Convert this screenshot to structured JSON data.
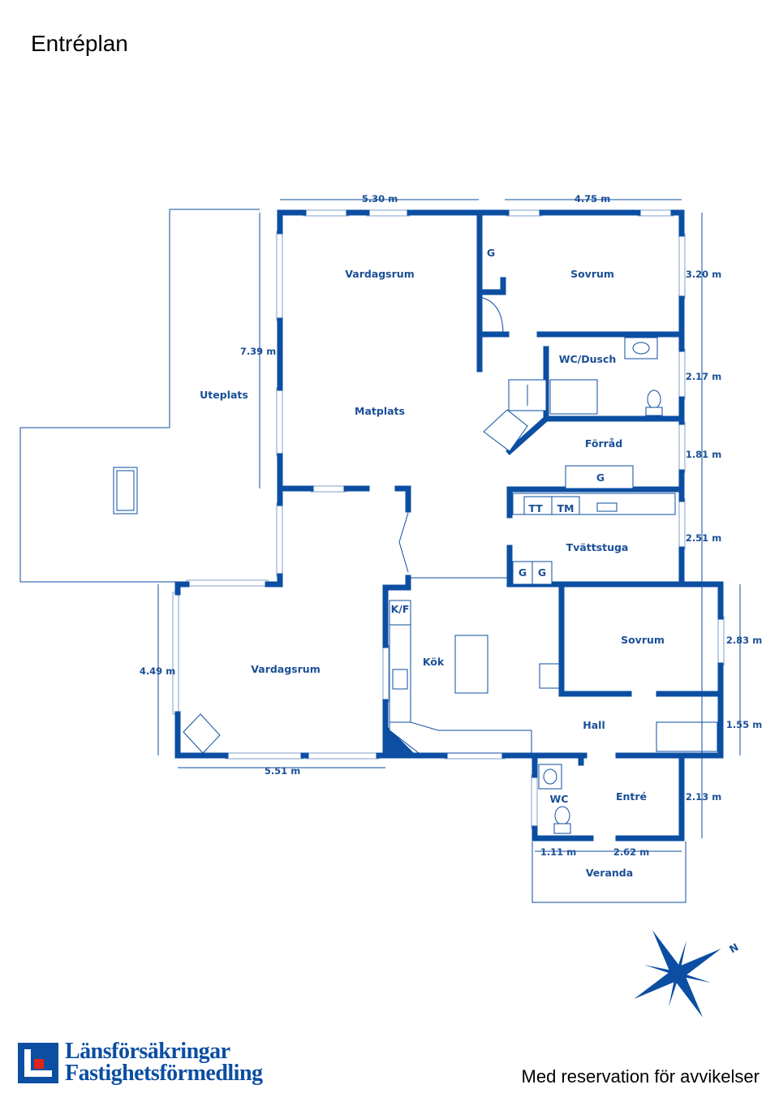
{
  "title": "Entréplan",
  "footer_note": "Med reservation för avvikelser",
  "logo": {
    "line1": "Länsförsäkringar",
    "line2": "Fastighetsförmedling"
  },
  "colors": {
    "wall": "#0b4ea2",
    "text": "#1a4f96",
    "logo_red": "#e1251b"
  },
  "rooms": {
    "vardagsrum_top": "Vardagsrum",
    "sovrum_top": "Sovrum",
    "g_top": "G",
    "wc_dusch": "WC/Dusch",
    "uteplats": "Uteplats",
    "matplats": "Matplats",
    "forrad": "Förråd",
    "g_forrad": "G",
    "tt": "TT",
    "tm": "TM",
    "tvattstuga": "Tvättstuga",
    "g1": "G",
    "g2": "G",
    "kf": "K/F",
    "kok": "Kök",
    "vardagsrum_bottom": "Vardagsrum",
    "sovrum_right": "Sovrum",
    "hall": "Hall",
    "wc": "WC",
    "entre": "Entré",
    "veranda": "Veranda"
  },
  "dimensions": {
    "top_left": "5.30 m",
    "top_right": "4.75 m",
    "r1": "3.20 m",
    "left_tall": "7.39 m",
    "r2": "2.17 m",
    "r3": "1.81 m",
    "r4": "2.51 m",
    "r5": "2.83 m",
    "left_bottom": "4.49 m",
    "r6": "1.55 m",
    "bottom_left": "5.51 m",
    "r7": "2.13 m",
    "b1": "1.11 m",
    "b2": "2.62 m"
  },
  "icons": {
    "compass": "compass-rose-icon"
  }
}
